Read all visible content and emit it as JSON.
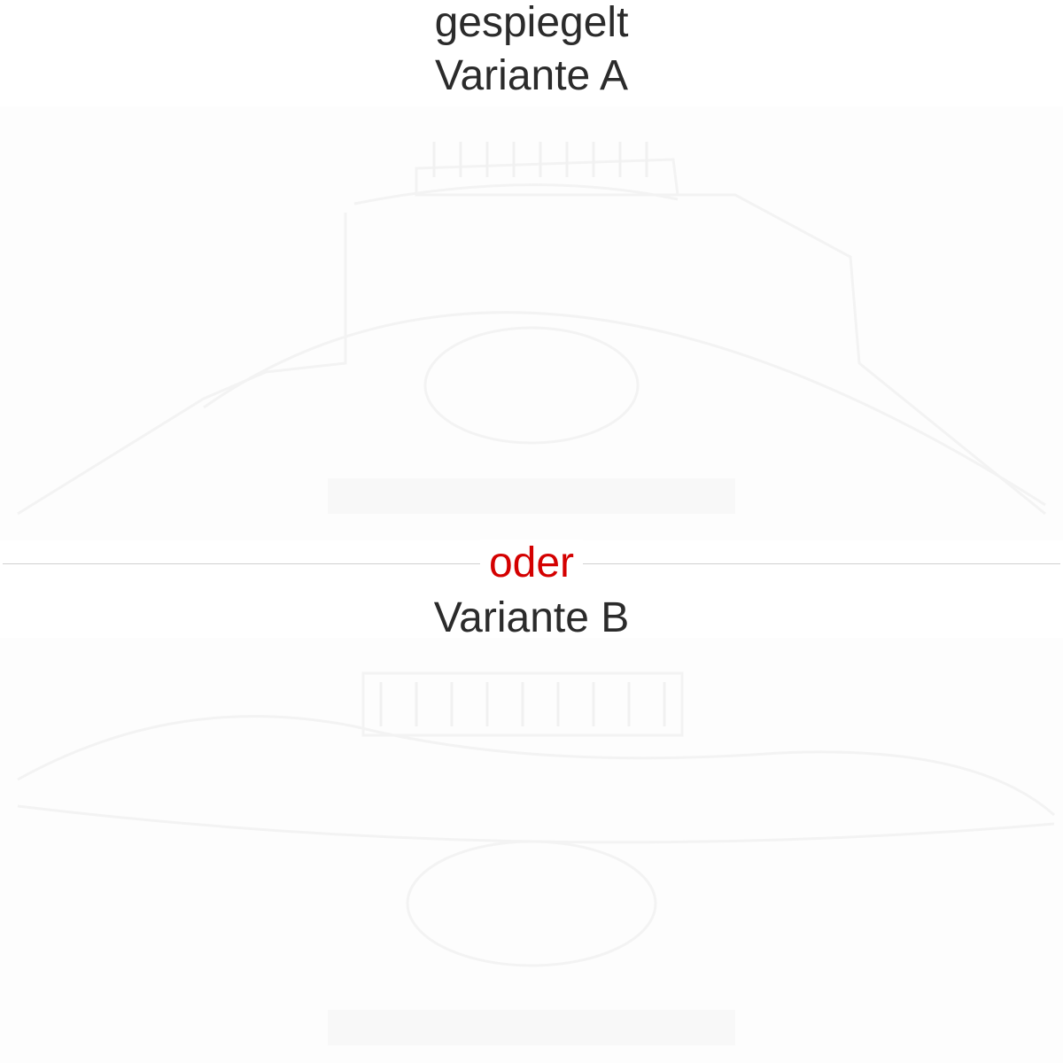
{
  "heading": {
    "line1": "gespiegelt",
    "line2": "Variante A"
  },
  "separator": {
    "label": "oder",
    "color": "#d40000"
  },
  "variant_b": {
    "label": "Variante B"
  },
  "colors": {
    "text": "#2b2b2b",
    "emblem": "#fafafa",
    "divider": "#d0d0d0"
  }
}
